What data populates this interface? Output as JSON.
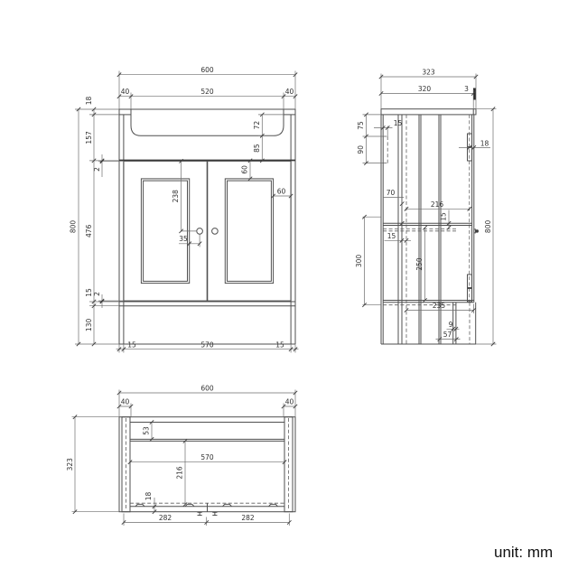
{
  "unit_label": "unit: mm",
  "front": {
    "overall_width": "600",
    "overhang_left": "40",
    "basin_width": "520",
    "overhang_right": "40",
    "top_thickness": "18",
    "upper_height": "157",
    "top_gap": "2",
    "door_height": "476",
    "bottom_gap": "2",
    "bottom_rail": "15",
    "plinth_height": "130",
    "overall_height": "800",
    "basin_depth": "72",
    "basin_clearance": "85",
    "panel_inset_top": "60",
    "panel_inset_side": "60",
    "handle_drop": "238",
    "handle_offset": "35",
    "bottom_left_panel": "15",
    "bottom_doors_width": "570",
    "bottom_right_panel": "15"
  },
  "side": {
    "overall_depth": "323",
    "top_depth": "320",
    "back_gap": "3",
    "rail_offset": "75",
    "rail_height": "90",
    "rail_thickness": "15",
    "door_thickness": "18",
    "shelf_drop": "70",
    "internal_depth": "216",
    "shelf_thickness": "15",
    "back_panel_thickness": "15",
    "lower_height": "300",
    "drawer_depth": "250",
    "overall_height": "800",
    "bottom_internal_depth": "235",
    "plinth_step": "9",
    "plinth_recess": "57"
  },
  "plan": {
    "overall_width": "600",
    "corner_left": "40",
    "corner_right": "40",
    "back_rail_depth": "53",
    "internal_width": "570",
    "internal_depth": "216",
    "front_thickness": "18",
    "overall_depth": "323",
    "left_handle_span": "282",
    "right_handle_span": "282"
  }
}
